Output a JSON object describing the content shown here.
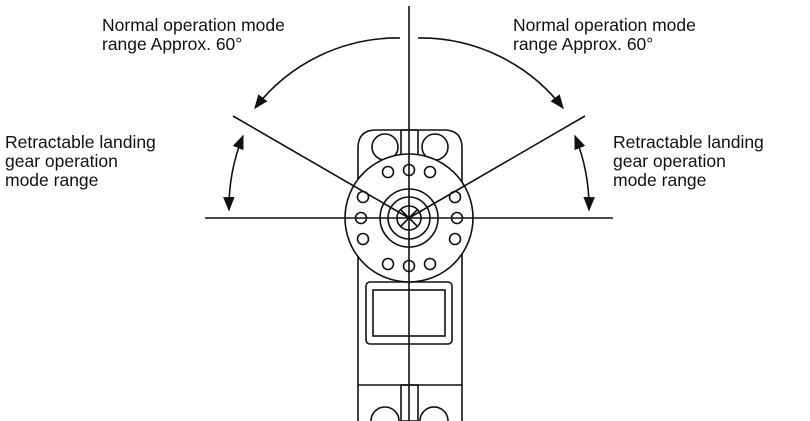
{
  "labels": {
    "normal_left": [
      "Normal operation mode",
      "range Approx. 60°"
    ],
    "normal_right": [
      "Normal operation mode",
      "range Approx. 60°"
    ],
    "retract_left": [
      "Retractable landing",
      "gear operation",
      "mode range"
    ],
    "retract_right": [
      "Retractable landing",
      "gear operation",
      "mode range"
    ]
  },
  "colors": {
    "stroke": "#111111",
    "background": "#ffffff"
  }
}
